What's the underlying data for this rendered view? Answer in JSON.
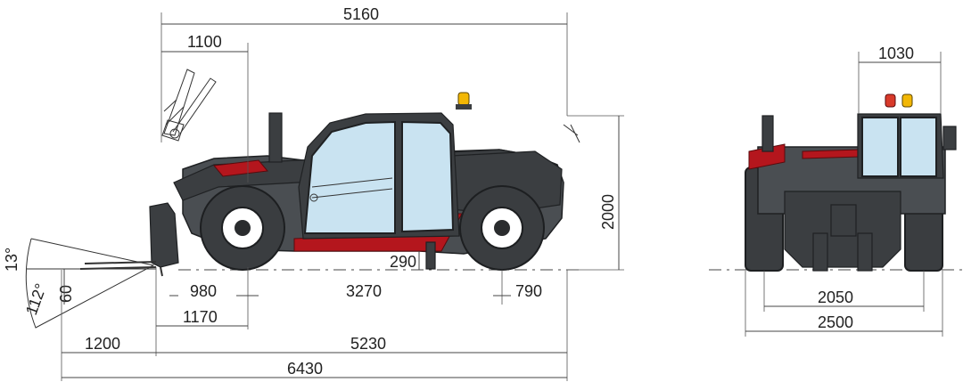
{
  "side_view": {
    "dim_5160": "5160",
    "dim_1100": "1100",
    "dim_2000": "2000",
    "dim_290": "290",
    "dim_980": "980",
    "dim_3270": "3270",
    "dim_790": "790",
    "dim_1170": "1170",
    "dim_1200": "1200",
    "dim_5230": "5230",
    "dim_6430": "6430",
    "angle_13": "13°",
    "angle_112": "112°",
    "dim_60": "60"
  },
  "front_view": {
    "dim_1030": "1030",
    "dim_2050": "2050",
    "dim_2500": "2500"
  },
  "colors": {
    "body": "#4a4e52",
    "accent_red": "#b4161d",
    "glass": "#c9e3f1",
    "beacon": "#f2b705"
  }
}
